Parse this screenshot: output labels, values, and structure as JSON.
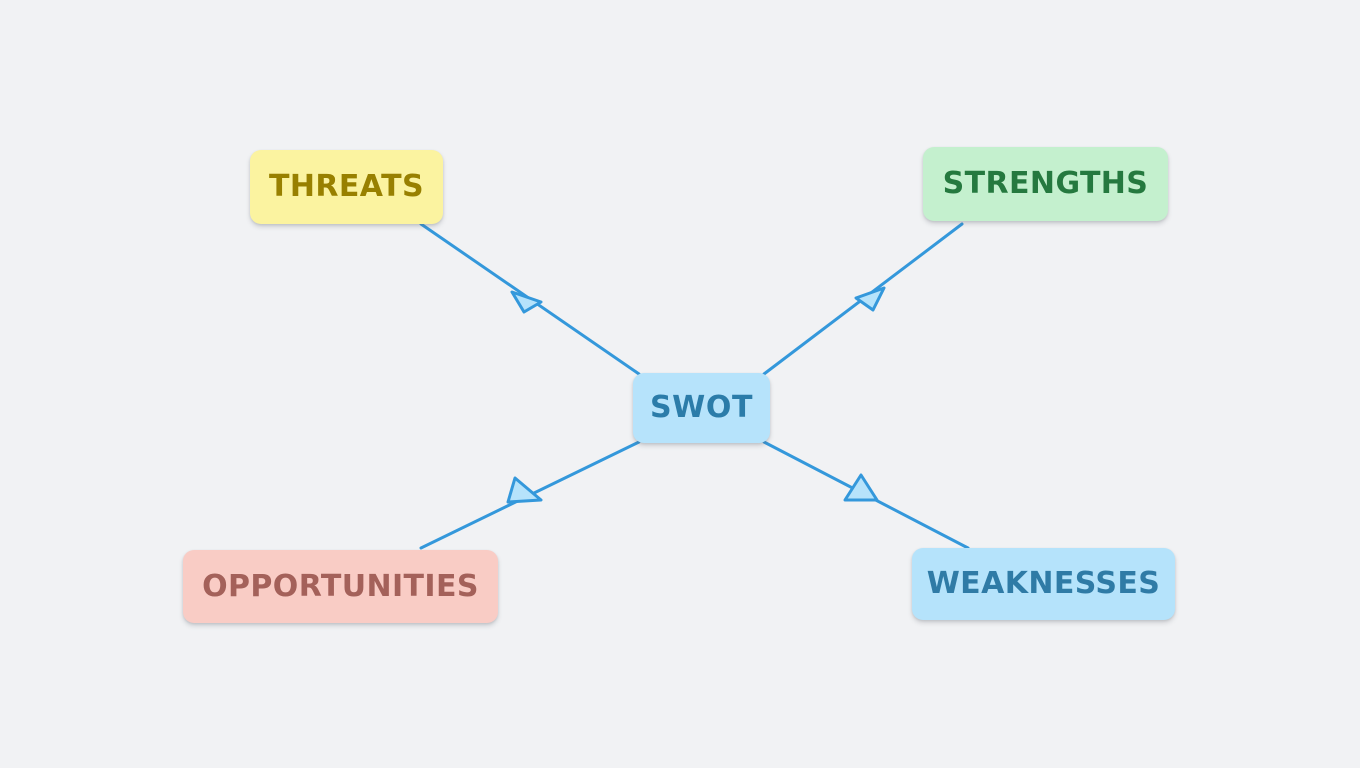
{
  "diagram": {
    "type": "mind-map",
    "title": "SWOT",
    "background_color": "#f1f2f4",
    "edge_color": "#3498db",
    "arrow_fill_color": "#b6e3fb",
    "center": {
      "id": "swot",
      "label": "SWOT",
      "fill": "#b6e3fb",
      "text_color": "#2b7ca9"
    },
    "branches": [
      {
        "id": "threats",
        "label": "THREATS",
        "position": "top-left",
        "fill": "#fbf3a0",
        "text_color": "#988000"
      },
      {
        "id": "strengths",
        "label": "STRENGTHS",
        "position": "top-right",
        "fill": "#c4f0ce",
        "text_color": "#25793f"
      },
      {
        "id": "opportunities",
        "label": "OPPORTUNITIES",
        "position": "bottom-left",
        "fill": "#f9ccc5",
        "text_color": "#a4615a"
      },
      {
        "id": "weaknesses",
        "label": "WEAKNESSES",
        "position": "bottom-right",
        "fill": "#b5e3fb",
        "text_color": "#2f7ba6"
      }
    ],
    "edges": [
      {
        "id": "edge-swot-threats",
        "from": "swot",
        "to": "threats",
        "direction": "center-to-branch"
      },
      {
        "id": "edge-swot-strengths",
        "from": "swot",
        "to": "strengths",
        "direction": "center-to-branch"
      },
      {
        "id": "edge-swot-opportunities",
        "from": "swot",
        "to": "opportunities",
        "direction": "center-to-branch"
      },
      {
        "id": "edge-swot-weaknesses",
        "from": "swot",
        "to": "weaknesses",
        "direction": "center-to-branch"
      }
    ]
  }
}
